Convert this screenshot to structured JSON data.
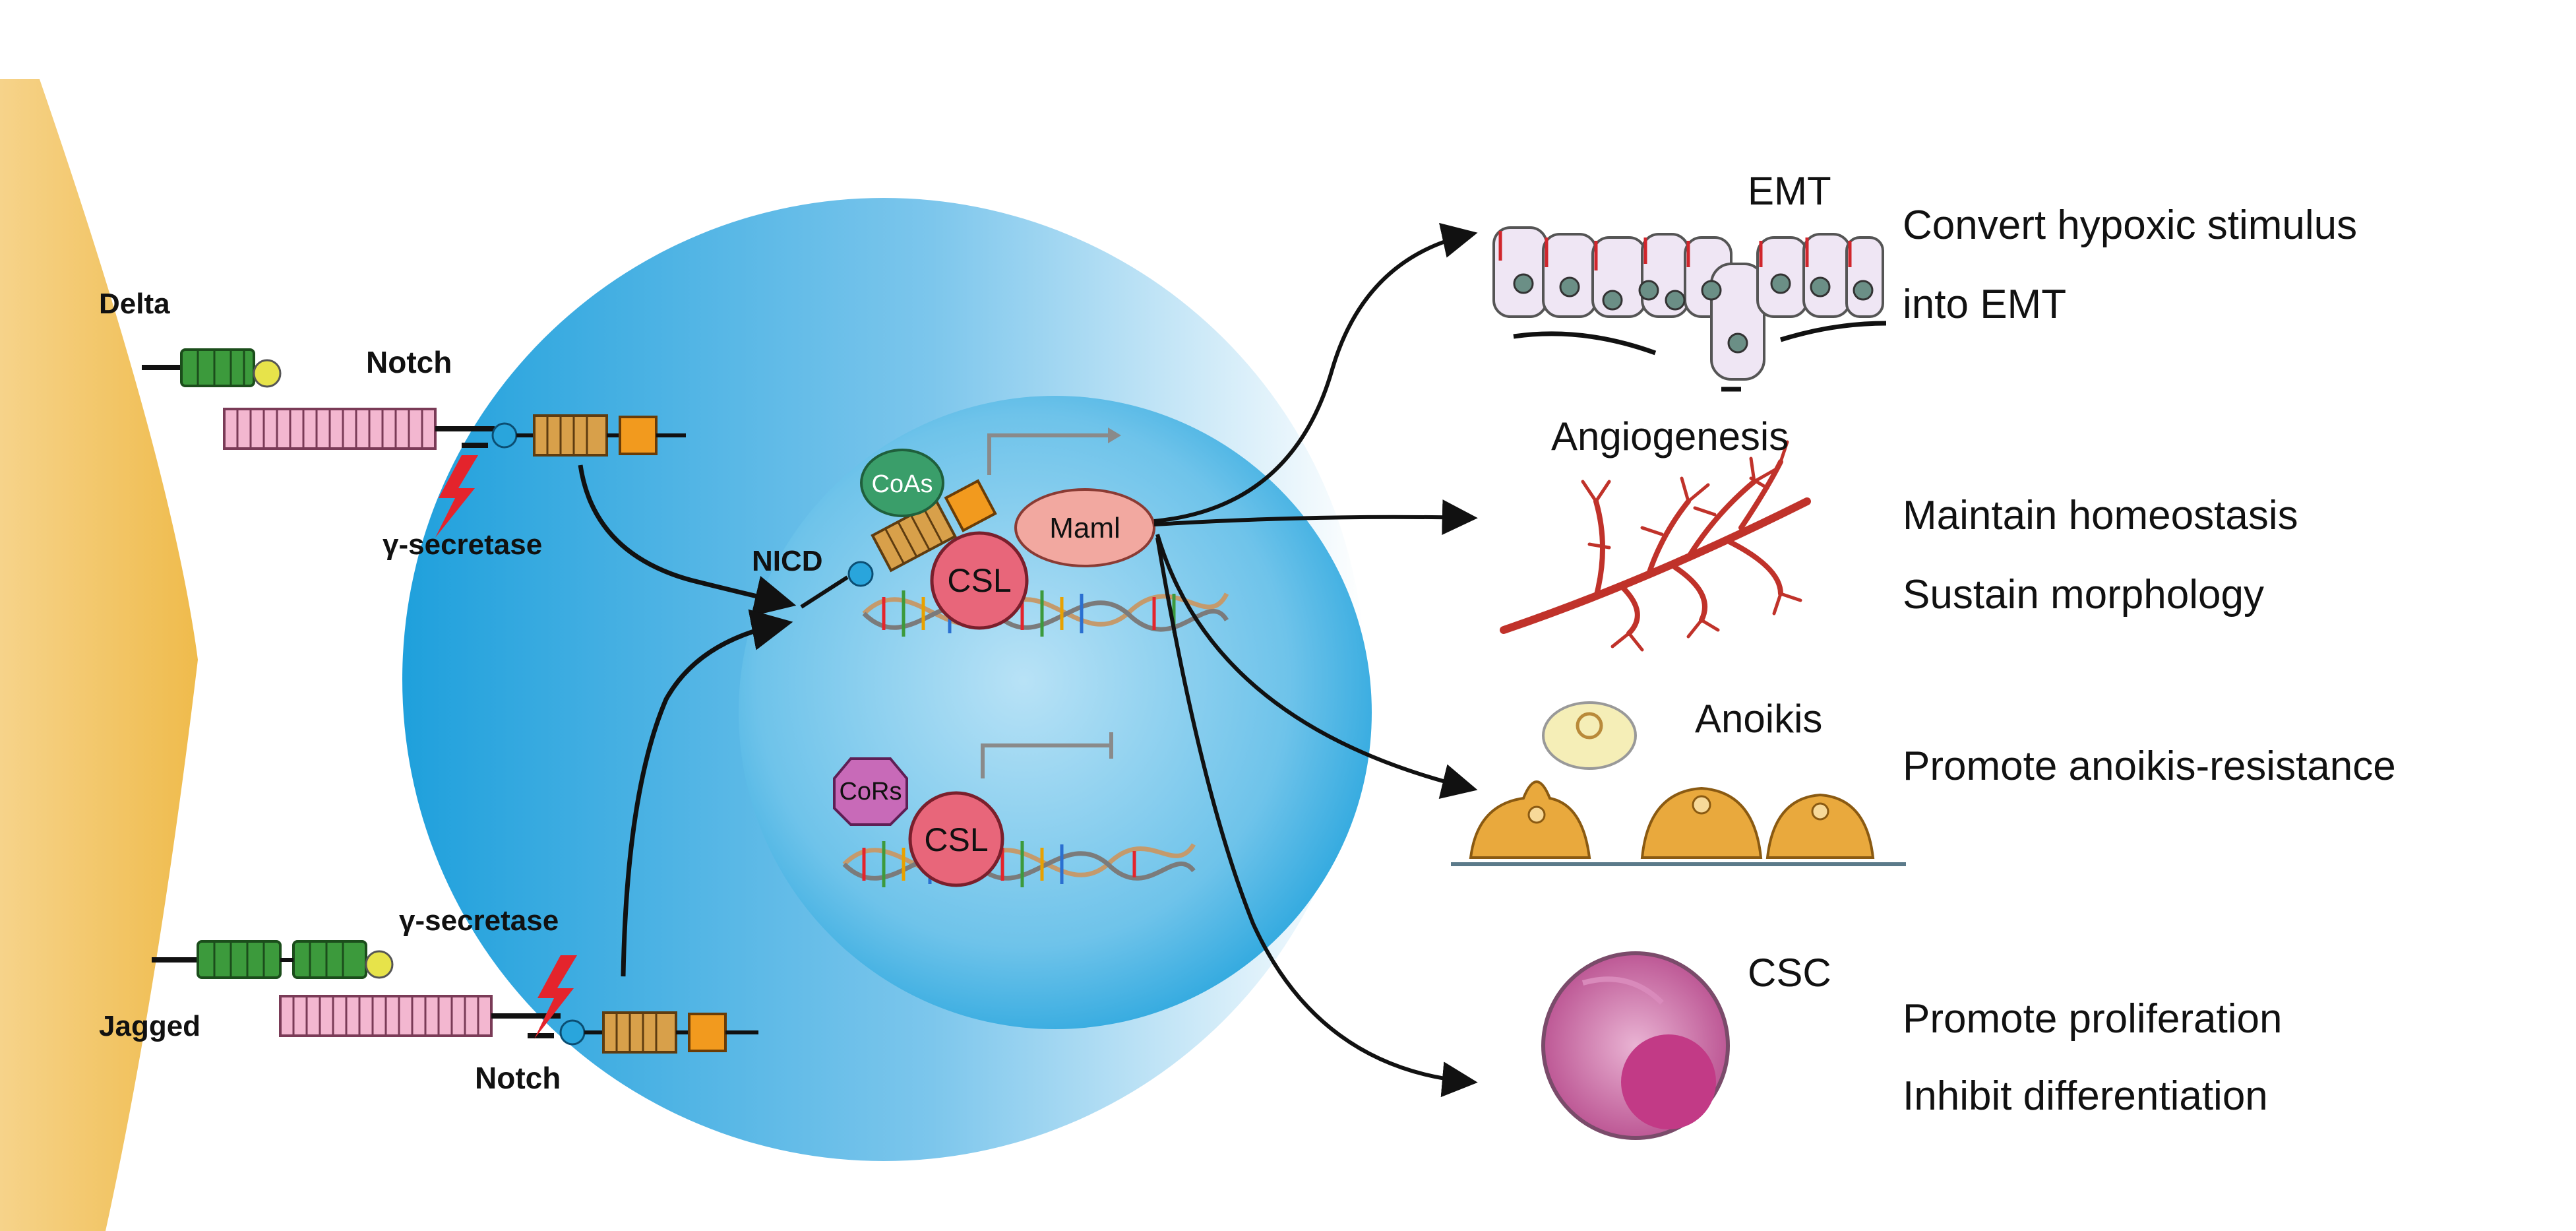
{
  "ligands": {
    "delta": "Delta",
    "jagged": "Jagged"
  },
  "receptor": {
    "notch_top": "Notch",
    "notch_bottom": "Notch"
  },
  "enzyme": {
    "gamma_top": "γ-secretase",
    "gamma_bottom": "γ-secretase"
  },
  "nucleus": {
    "nicd": "NICD",
    "coas": "CoAs",
    "maml": "Maml",
    "csl_active": "CSL",
    "cors": "CoRs",
    "csl_repressed": "CSL"
  },
  "outcomes": [
    {
      "title": "EMT",
      "effect_1": "Convert hypoxic stimulus",
      "effect_2": "into EMT"
    },
    {
      "title": "Angiogenesis",
      "effect_1": "Maintain homeostasis",
      "effect_2": "Sustain morphology"
    },
    {
      "title": "Anoikis",
      "effect_1": "Promote anoikis-resistance",
      "effect_2": ""
    },
    {
      "title": "CSC",
      "effect_1": "Promote proliferation",
      "effect_2": "Inhibit differentiation"
    }
  ],
  "colors": {
    "signal_cell": "#f2c25a",
    "cell_light": "#eaf4fb",
    "cell_dark": "#35a8df",
    "nucleus": "#2aa6de",
    "notch_ecd": "#f3b7d0",
    "egf_green": "#3c9a3c",
    "ank_tan": "#d8a04a",
    "pest_orange": "#f29a1e",
    "csl_red": "#e8667a",
    "maml_pink": "#f2a8a0",
    "coas_green": "#3a9e6a",
    "cors_purple": "#c86ab8",
    "vessel_red": "#c0322a",
    "csc_pink": "#c64b8c"
  }
}
